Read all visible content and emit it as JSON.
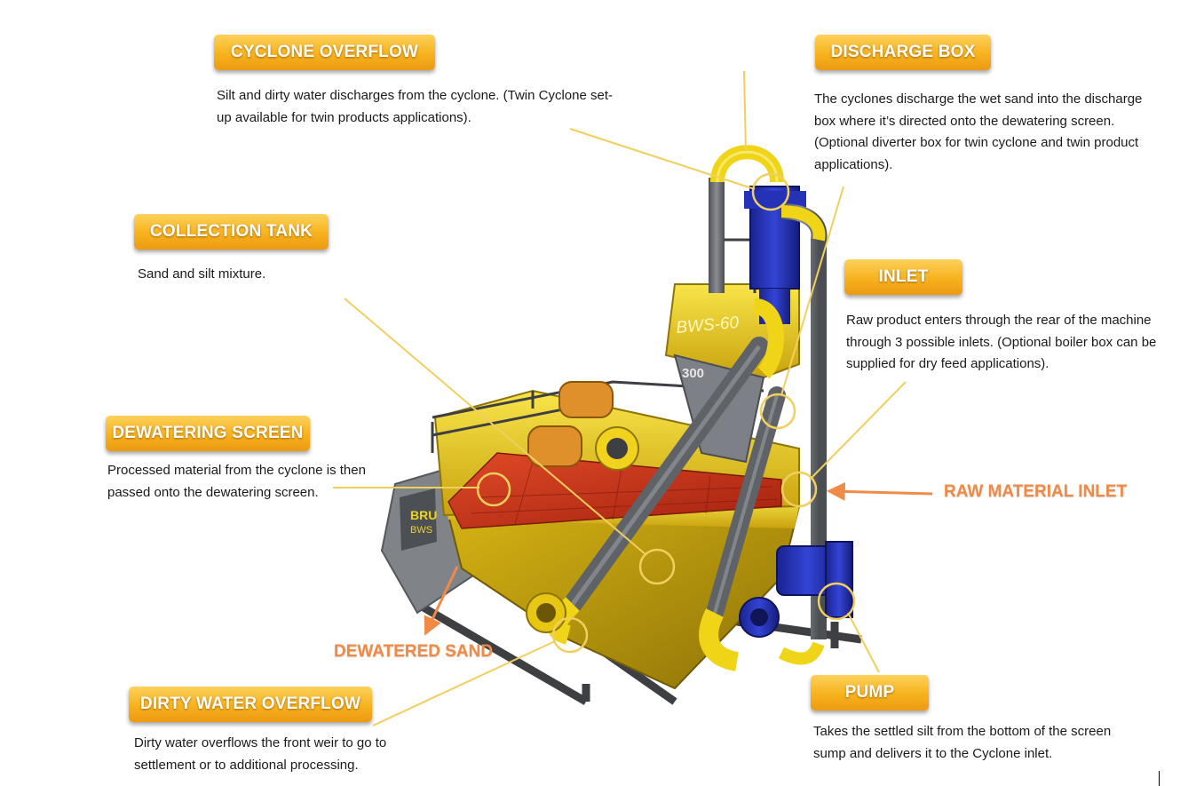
{
  "components": {
    "cyclone_overflow": {
      "title": "CYCLONE OVERFLOW",
      "line1": "Silt and dirty water discharges from the cyclone. (Twin Cyclone set-",
      "line2": "up available for twin products applications)."
    },
    "collection_tank": {
      "title": "COLLECTION TANK",
      "line1": "Sand and silt mixture."
    },
    "dewatering_screen": {
      "title": "DEWATERING SCREEN",
      "line1": "Processed material from the cyclone is then",
      "line2": "passed onto the dewatering screen."
    },
    "dirty_water_overflow": {
      "title": "DIRTY WATER OVERFLOW",
      "line1": "Dirty water overflows the front weir to go to",
      "line2": "settlement or to additional processing."
    },
    "discharge_box": {
      "title": "DISCHARGE BOX",
      "line1": "The cyclones discharge the wet sand into the discharge",
      "line2": "box where it’s directed onto the dewatering screen.",
      "line3": "(Optional diverter box for twin cyclone and twin product",
      "line4": "applications)."
    },
    "inlet": {
      "title": "INLET",
      "line1": "Raw product enters through the rear of the machine",
      "line2": "through 3 possible inlets. (Optional boiler box can be",
      "line3": "supplied for dry feed applications)."
    },
    "pump": {
      "title": "PUMP",
      "line1": "Takes the settled silt from the bottom of the screen",
      "line2": "sump and delivers it to the Cyclone inlet."
    }
  },
  "flow_labels": {
    "raw_material_inlet": "RAW MATERIAL INLET",
    "dewatered_sand": "DEWATERED SAND"
  },
  "machine": {
    "model_text": "BWS-60",
    "side_text": "300",
    "brand_text_1": "BRU",
    "brand_text_2": "BWS"
  },
  "colors": {
    "badge": "#f7b21d",
    "leader_line": "#f1cf5e",
    "flow_arrow": "#f08a47",
    "machine_yellow": "#f3d21a",
    "pipe_grey": "#6d7076",
    "cyclone_blue": "#2630b8",
    "screen_red": "#c8321c"
  }
}
